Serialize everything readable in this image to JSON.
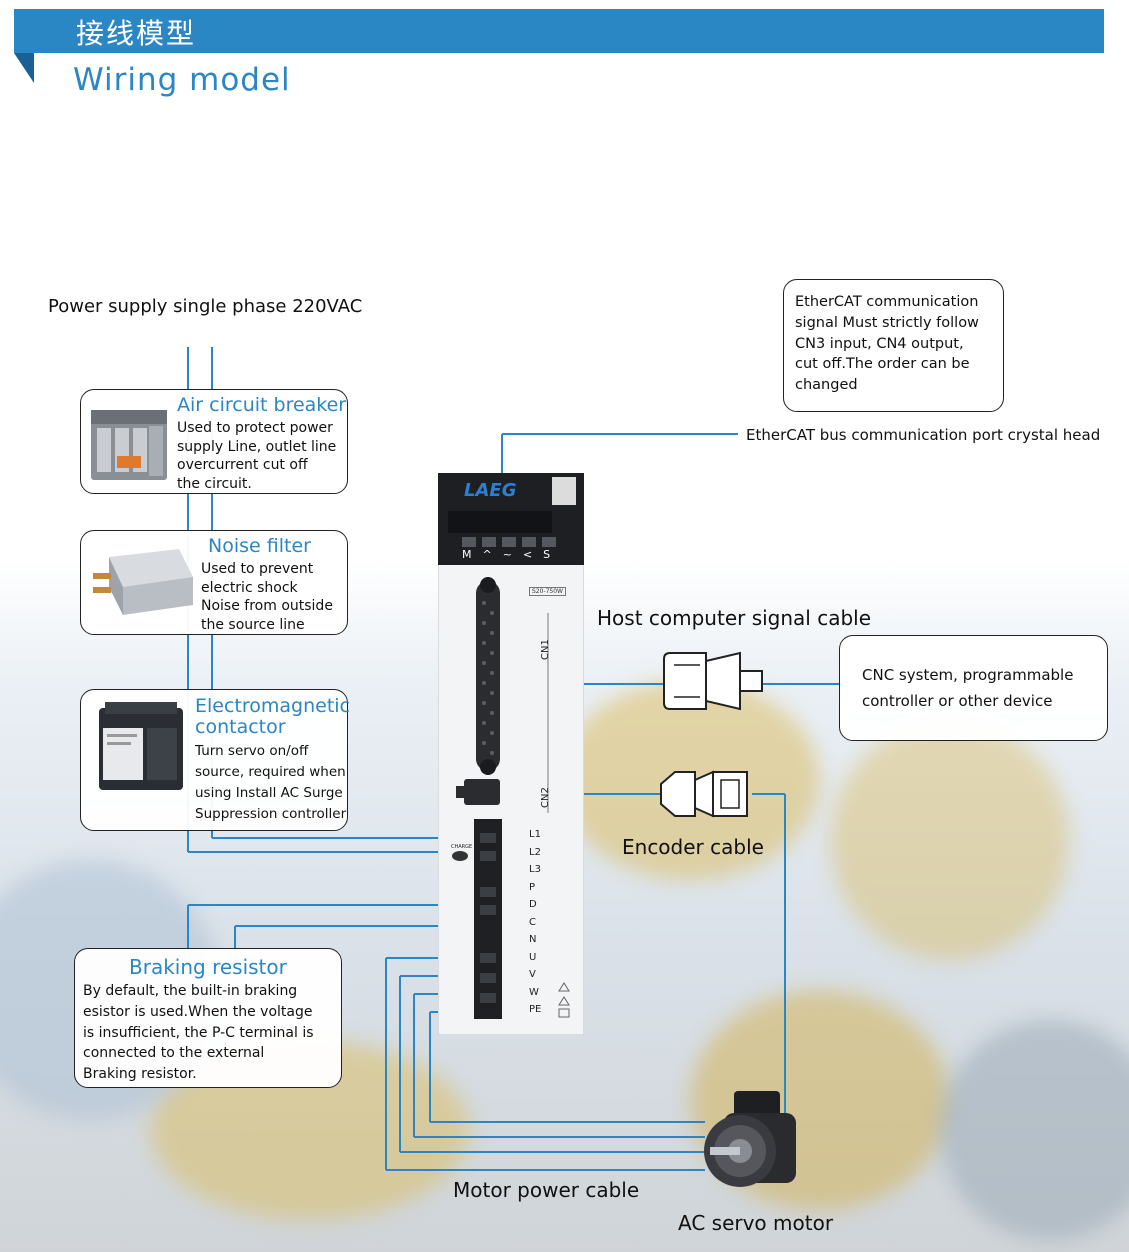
{
  "header": {
    "title_cn": "接线模型",
    "title_en": "Wiring model"
  },
  "power_supply": "Power supply single phase 220VAC",
  "breaker": {
    "title": "Air circuit breaker",
    "lines": [
      "Used to protect power",
      "supply Line, outlet line",
      "overcurrent cut off",
      "the circuit."
    ]
  },
  "noise_filter": {
    "title": "Noise filter",
    "lines": [
      "Used to prevent",
      "electric shock",
      "Noise from outside",
      "the source line"
    ]
  },
  "contactor": {
    "title_lines": [
      "Electromagnetic",
      "contactor"
    ],
    "lines": [
      "Turn servo on/off",
      "source, required when",
      "using Install AC Surge",
      "Suppression controller"
    ]
  },
  "braking": {
    "title": "Braking resistor",
    "lines": [
      "By default, the built-in braking",
      "esistor is used.When the voltage",
      "is insufficient, the P-C terminal is",
      "connected to the external",
      "Braking resistor."
    ]
  },
  "ethercat_note": {
    "lines": [
      "EtherCAT communication",
      "signal Must strictly follow",
      "CN3 input, CN4 output,",
      "cut off.The order can be",
      "changed"
    ]
  },
  "ethercat_port": "EtherCAT bus communication port crystal head",
  "host_cable": "Host computer signal cable",
  "cnc_box": {
    "lines": [
      "CNC system, programmable",
      "controller or other device"
    ]
  },
  "encoder_cable": "Encoder cable",
  "motor_power_cable": "Motor power cable",
  "servo_motor": "AC servo motor",
  "drive": {
    "brand": "LAEG",
    "keys": [
      "M",
      "^",
      "~",
      "<",
      "S"
    ],
    "model": "S20-750W",
    "cn1": "CN1",
    "cn2": "CN2",
    "charge": "CHARGE",
    "terminals": [
      "L1",
      "L2",
      "L3",
      "P",
      "D",
      "C",
      "N",
      "U",
      "V",
      "W",
      "PE"
    ]
  },
  "colors": {
    "accent": "#2b86c4",
    "wire": "#2b86c4",
    "header_dark": "#1a5f95"
  }
}
